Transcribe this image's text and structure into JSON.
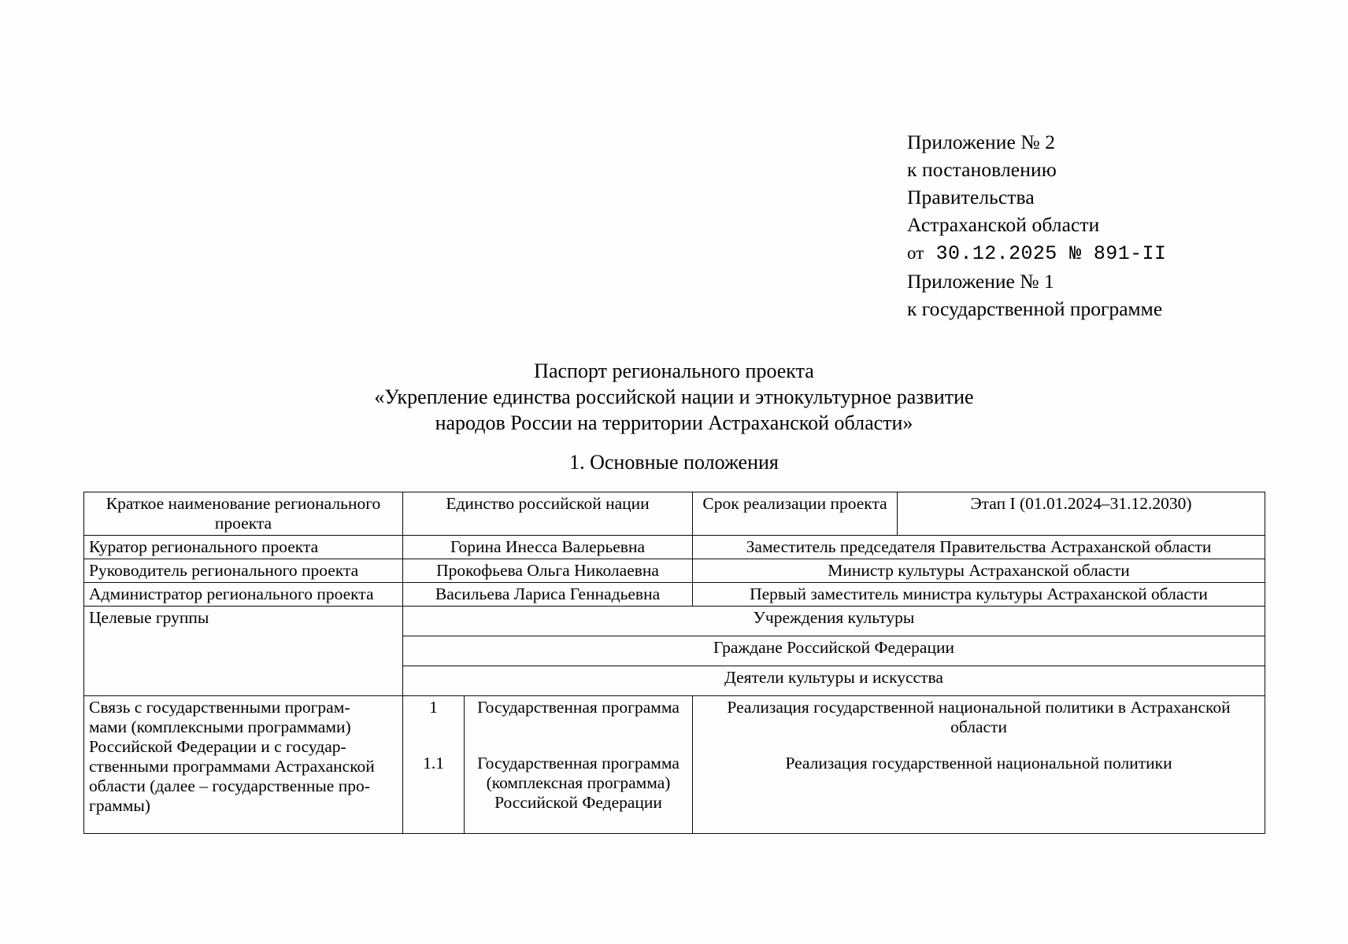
{
  "header": {
    "appendix_lines": [
      "Приложение № 2",
      "к постановлению",
      "Правительства",
      "Астраханской области"
    ],
    "stamp_label": "от",
    "stamp_value": "30.12.2025  №  891-II",
    "appendix2_lines": [
      "Приложение № 1",
      "к государственной программе"
    ]
  },
  "title": {
    "line1": "Паспорт регионального проекта",
    "line2": "«Укрепление единства российской нации и этнокультурное развитие",
    "line3": "народов России на территории Астраханской области»",
    "section": "1. Основные положения"
  },
  "table": {
    "row_short_name": {
      "label": "Краткое наименование регионального проекта",
      "value": "Единство российской нации",
      "term_label": "Срок реализации проекта",
      "term_value": "Этап I (01.01.2024–31.12.2030)"
    },
    "row_curator": {
      "label": "Куратор регионального проекта",
      "person": "Горина Инесса Валерьевна",
      "position": "Заместитель председателя Правительства Астраханской области"
    },
    "row_head": {
      "label": "Руководитель регионального проекта",
      "person": "Прокофьева Ольга Николаевна",
      "position": "Министр культуры Астраханской области"
    },
    "row_admin": {
      "label": "Администратор регионального проекта",
      "person": "Васильева Лариса Геннадьевна",
      "position": "Первый заместитель министра культуры Астраханской области"
    },
    "row_target_groups": {
      "label": "Целевые группы",
      "items": [
        "Учреждения культуры",
        "Граждане Российской Федерации",
        "Деятели культуры и искусства"
      ]
    },
    "row_programs": {
      "label_lines": [
        "Связь с государственными програм-",
        "мами (комплексными программами)",
        "Российской Федерации и с государ-",
        "ственными программами Астраханской",
        "области (далее – государственные про-",
        "граммы)"
      ],
      "entries": [
        {
          "num": "1",
          "kind_lines": [
            "Государственная программа"
          ],
          "value_lines": [
            "Реализация государственной национальной политики",
            "в Астраханской области"
          ]
        },
        {
          "num": "1.1",
          "kind_lines": [
            "Государственная программа",
            "(комплексная программа)",
            "Российской Федерации"
          ],
          "value_lines": [
            "Реализация государственной национальной политики"
          ]
        }
      ]
    }
  }
}
